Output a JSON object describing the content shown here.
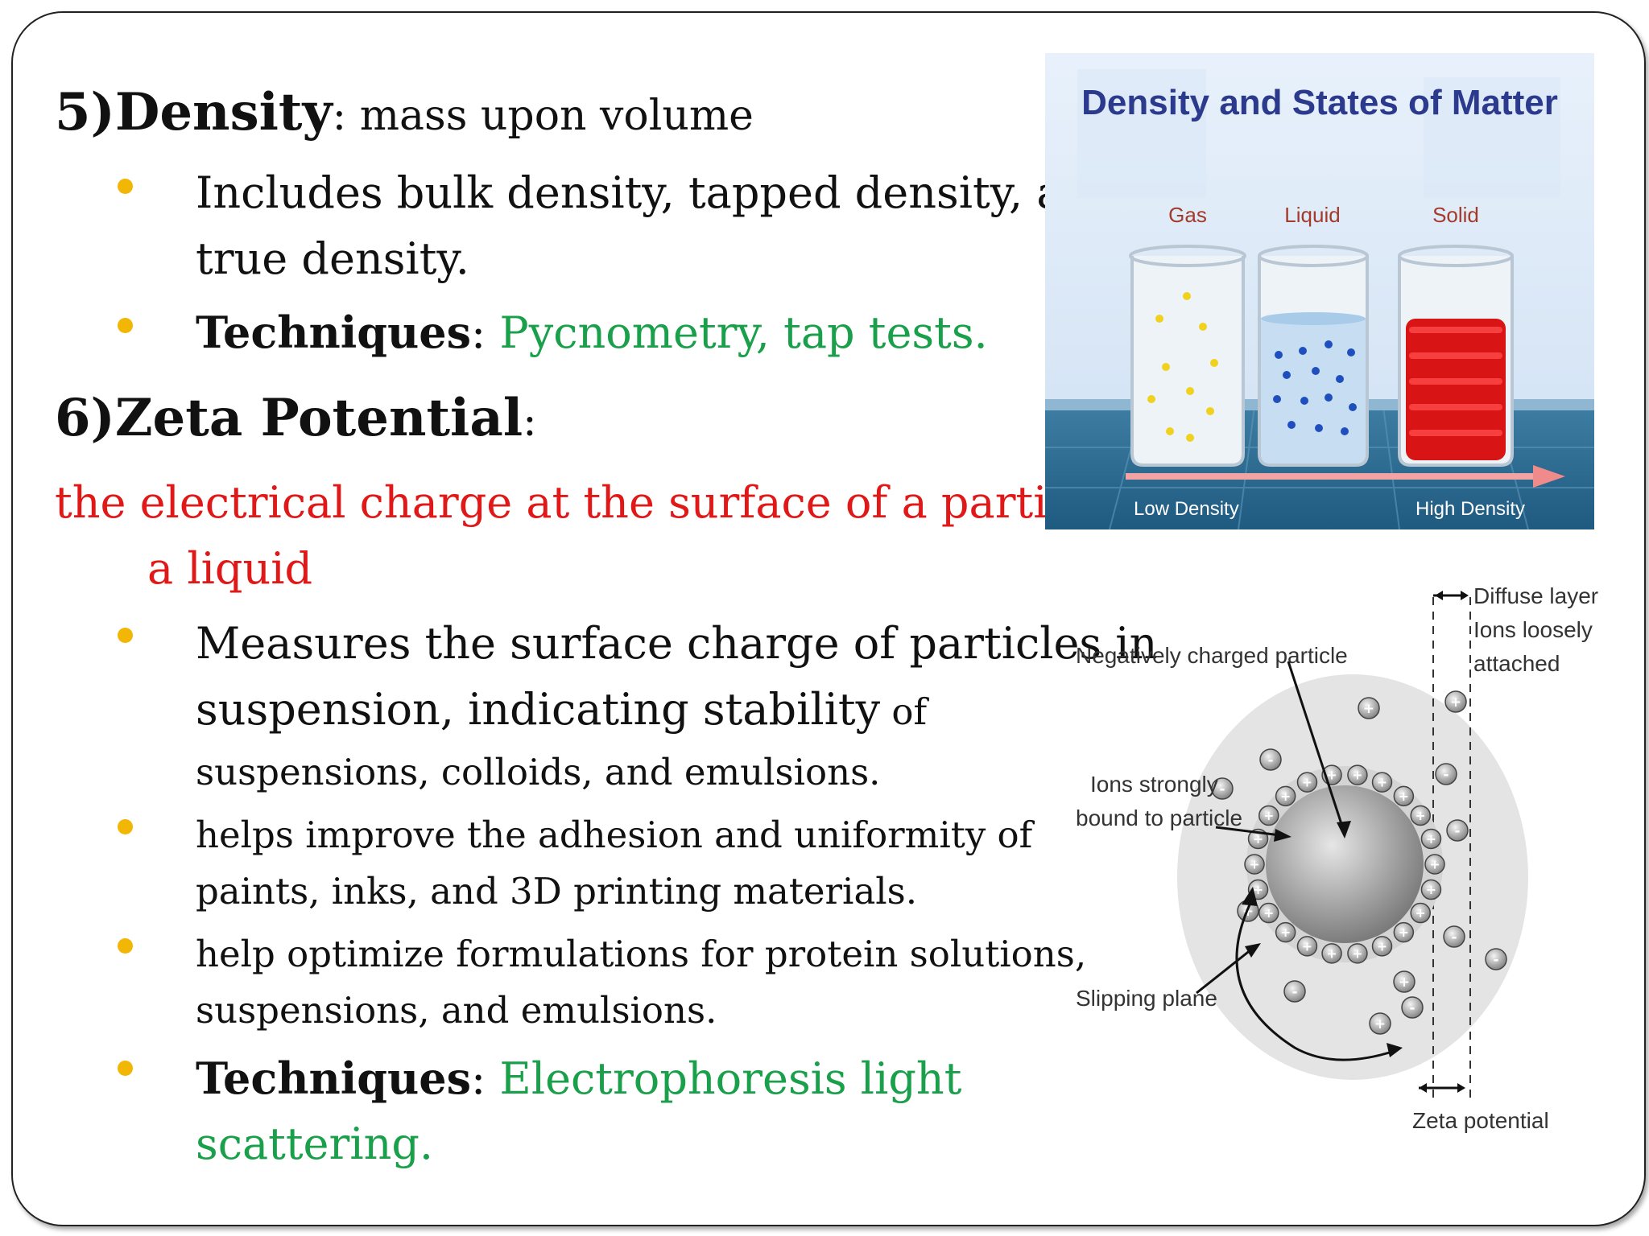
{
  "density": {
    "heading_number_title": "5)Density",
    "heading_rest": ": mass upon volume",
    "bullet1_line1": "Includes bulk density, tapped density, and",
    "bullet1_line2": "true density.",
    "techniques_label": "Techniques",
    "techniques_colon": ": ",
    "techniques_value": "Pycnometry, tap tests."
  },
  "zeta": {
    "heading_number_title": "6)Zeta Potential",
    "heading_rest": ":",
    "definition_line1": "the electrical charge at the surface of a particle in",
    "definition_line2": "a liquid",
    "bullet1_line1": "Measures the surface charge of particles in",
    "bullet1_line2_main": "suspension, indicating stability",
    "bullet1_line2_small": " of",
    "bullet1_line3": "suspensions, colloids, and emulsions.",
    "bullet2_line1": "helps improve the adhesion and uniformity of",
    "bullet2_line2": "paints, inks, and 3D printing materials.",
    "bullet3_line1": " help optimize formulations for protein solutions,",
    "bullet3_line2": "suspensions, and emulsions.",
    "techniques_label": "Techniques",
    "techniques_colon": ": ",
    "techniques_value_line1": "Electrophoresis light",
    "techniques_value_line2": "scattering."
  },
  "density_image": {
    "title": "Density and States of Matter",
    "labels": [
      "Gas",
      "Liquid",
      "Solid"
    ],
    "low_label": "Low Density",
    "high_label": "High Density"
  },
  "zeta_image": {
    "label_negatively_charged": "Negatively charged particle",
    "label_ions_strongly_1": "Ions strongly",
    "label_ions_strongly_2": "bound to particle",
    "label_slipping_plane": "Slipping plane",
    "label_diffuse_1": "Diffuse layer",
    "label_diffuse_2": "Ions loosely",
    "label_diffuse_3": "attached",
    "label_zeta_potential": "Zeta potential"
  },
  "colors": {
    "bullet": "#f2b705",
    "technique_value": "#1aa04a",
    "definition": "#e01818"
  }
}
